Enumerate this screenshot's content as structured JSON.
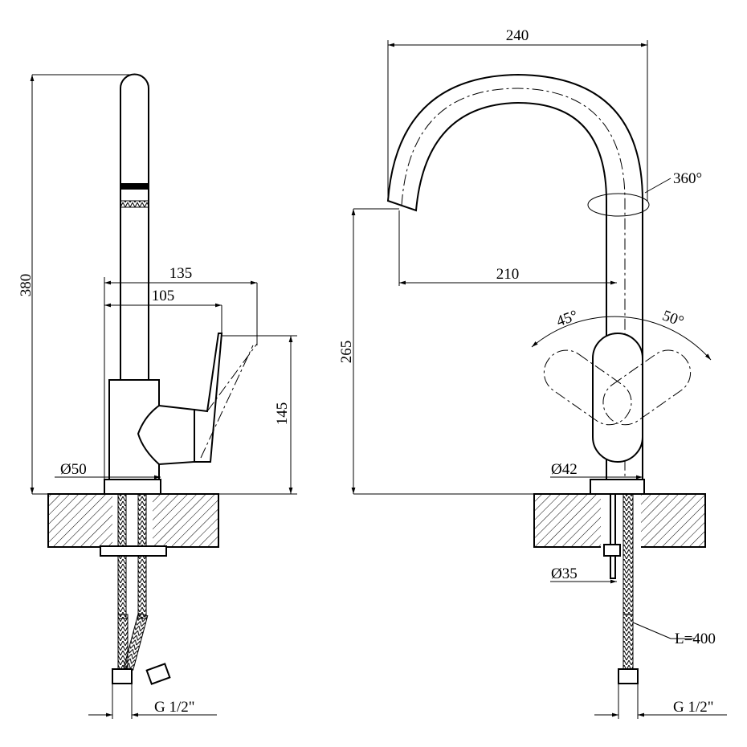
{
  "left_view": {
    "height_380": "380",
    "reach_135": "135",
    "reach_105": "105",
    "handle_145": "145",
    "base_dia": "Ø50",
    "thread": "G 1/2\""
  },
  "right_view": {
    "width_240": "240",
    "rotation": "360°",
    "reach_210": "210",
    "height_265": "265",
    "angle_left": "45°",
    "angle_right": "50°",
    "base_dia": "Ø42",
    "mount_dia": "Ø35",
    "hose_length": "L=400",
    "thread": "G 1/2\""
  }
}
